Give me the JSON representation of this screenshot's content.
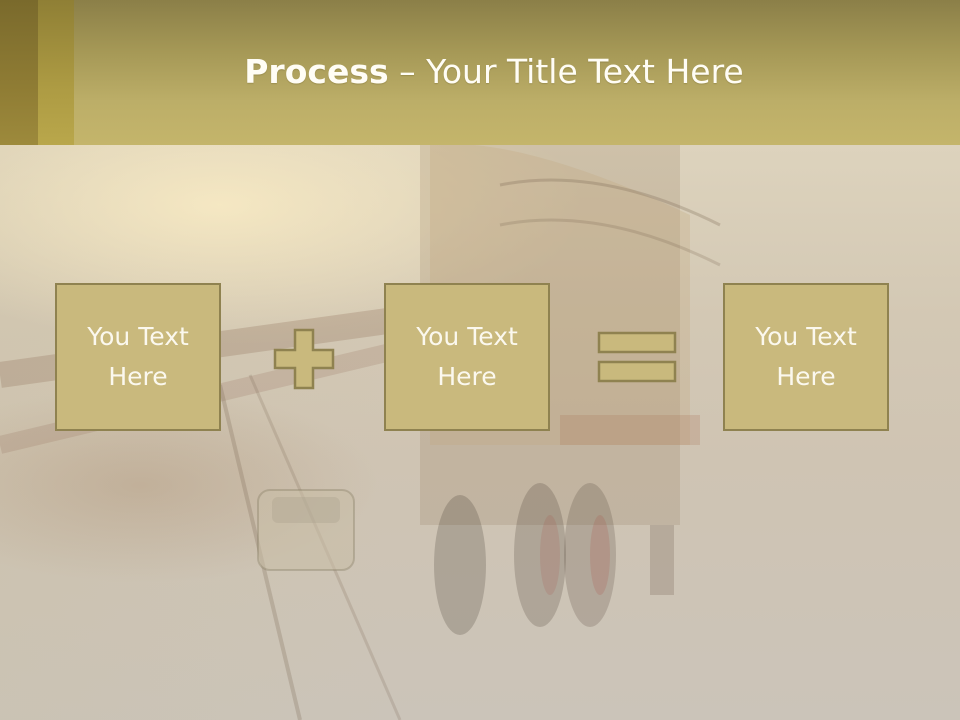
{
  "slide": {
    "title_bold": "Process",
    "title_rest": " – Your Title Text Here",
    "boxes": [
      {
        "label": "You Text\nHere"
      },
      {
        "label": "You Text\nHere"
      },
      {
        "label": "You Text\nHere"
      }
    ],
    "operators": [
      "plus-icon",
      "equals-icon"
    ]
  },
  "colors": {
    "header": "#bcae68",
    "box_fill": "#c9b97d",
    "box_border": "#8f8250",
    "box_text": "#fbf8ee",
    "background": "#c9c5bd"
  }
}
